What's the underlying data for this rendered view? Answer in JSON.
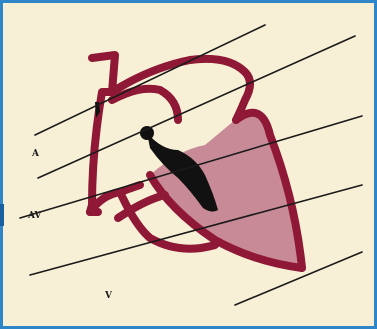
{
  "labels": {
    "a": "A",
    "av": "AV",
    "v": "V"
  },
  "colors": {
    "background": "#f7f0d6",
    "border": "#2e86c8",
    "heart_outline": "#8e1836",
    "chamber_fill": "#c98a98",
    "septum": "#111111",
    "section_lines": "#1a1a1a"
  }
}
